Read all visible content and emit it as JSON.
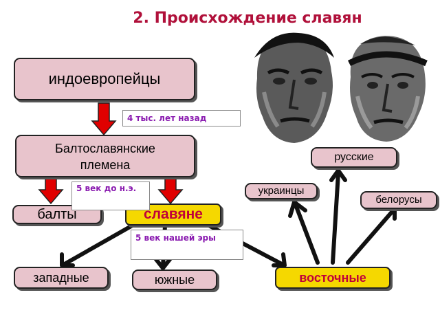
{
  "title": "2. Происхождение славян",
  "nodes": {
    "indo": "индоевропейцы",
    "balto_line1": "Балтославянские",
    "balto_line2": "племена",
    "balty": "балты",
    "slavyane": "славяне",
    "zapadnye": "западные",
    "yuzhnye": "южные",
    "vostochnye": "восточные",
    "russkie": "русские",
    "ukraintsy": "украинцы",
    "belorusy": "белорусы"
  },
  "notes": {
    "n1": "4 тыс. лет назад",
    "n2": "5 век до н.э.",
    "n3": "5 век нашей эры"
  },
  "colors": {
    "title": "#b0103a",
    "box_fill": "#e8c4cc",
    "highlight_fill": "#f5d800",
    "slavyane_text": "#c0003a",
    "note_text": "#8a1bb0",
    "red_arrow": "#e00000"
  },
  "images": [
    "face-portrait-1",
    "face-portrait-2"
  ]
}
